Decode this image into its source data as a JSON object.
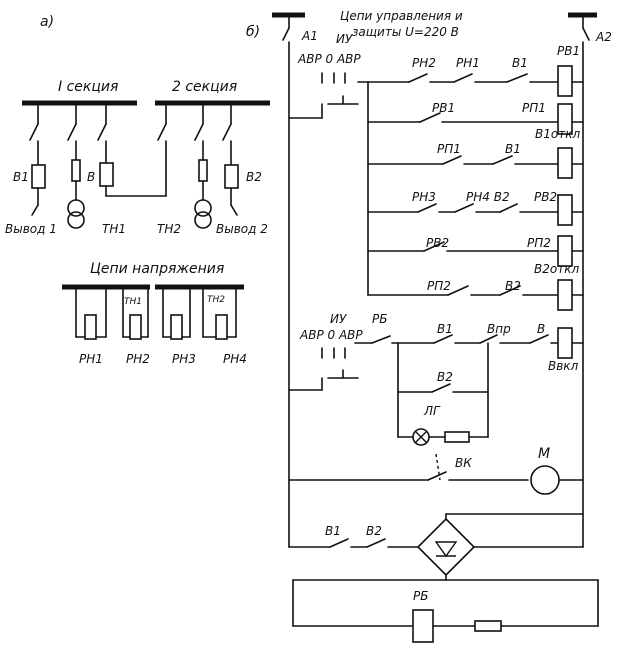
{
  "part_a": {
    "label": "а)",
    "section1": "I секция",
    "section2": "2 секция",
    "b1": "В1",
    "b": "В",
    "b2": "В2",
    "output1": "Вывод 1",
    "output2": "Вывод 2",
    "tn1": "ТН1",
    "tn2": "ТН2",
    "voltage_title": "Цепи напряжения",
    "tn1_small": "ТН1",
    "tn2_small": "ТН2",
    "rn1": "РН1",
    "rn2": "РН2",
    "rn3": "РН3",
    "rn4": "РН4"
  },
  "part_b": {
    "label": "б)",
    "title_line1": "Цепи управления и",
    "title_line2": "защиты U=220 В",
    "a1": "А1",
    "a2": "А2",
    "iu1": "ИУ",
    "avr1": "АВР 0 АВР",
    "iu2": "ИУ",
    "avr2": "АВР 0 АВР",
    "r1_rn2": "РН2",
    "r1_rn1": "РН1",
    "r1_b1": "В1",
    "rv1": "РВ1",
    "r2_rv1": "РВ1",
    "rp1_coil": "РП1",
    "r3_rp1": "РП1",
    "r3_b1": "В1",
    "b1_off": "В1откл",
    "r4_rn3": "РН3",
    "r4_rn4b2": "РН4 В2",
    "rv2": "РВ2",
    "r5_rv2": "РВ2",
    "rp2_coil": "РП2",
    "r6_rp2": "РП2",
    "r6_b2": "В2",
    "b2_off": "В2откл",
    "rb": "РБ",
    "r7_b1": "В1",
    "r7_bpr": "Впр",
    "r7_b": "В",
    "r7_b2": "В2",
    "b_on": "Ввкл",
    "lg": "ЛГ",
    "vk": "ВК",
    "motor": "М",
    "r9_b1": "В1",
    "r9_b2": "В2",
    "rb_coil": "РБ"
  }
}
